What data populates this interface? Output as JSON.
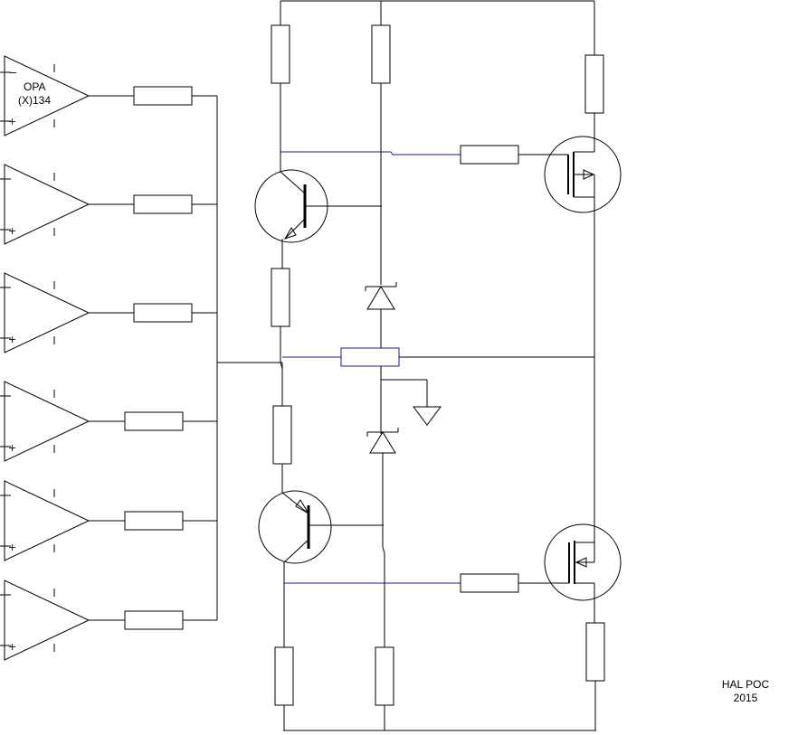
{
  "diagram": {
    "opamp_label_line1": "OPA",
    "opamp_label_line2": "(X)134",
    "minus_sign": "−",
    "plus_sign": "+",
    "footer_line1": "HAL POC",
    "footer_line2": "2015",
    "wire_color": "#000000",
    "signal_color": "#1a1a8c",
    "opamp_count": 6
  }
}
